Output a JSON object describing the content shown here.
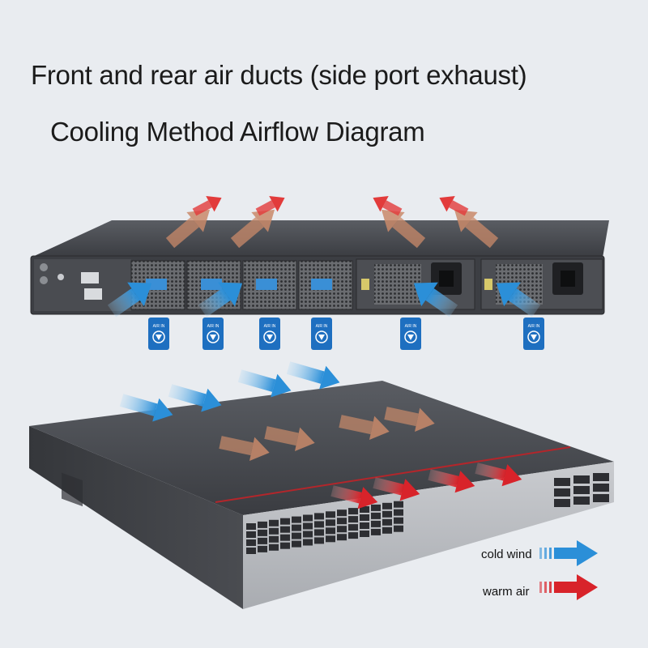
{
  "title": "Front and rear air ducts (side port exhaust)",
  "subtitle": "Cooling Method Airflow Diagram",
  "legend": {
    "cold_label": "cold wind",
    "warm_label": "warm air"
  },
  "air_in_badge_text": "AIR IN",
  "colors": {
    "cold": "#2b8fd8",
    "warm": "#d8232a",
    "warm_muted": "#c98a6a",
    "chassis": "#3b3d42",
    "background": "#e9ecf0"
  },
  "icons": [
    "air-in-badge-icon",
    "power-inlet-icon",
    "fan-module-icon",
    "qsfp-port-icon",
    "sfp-port-icon"
  ]
}
